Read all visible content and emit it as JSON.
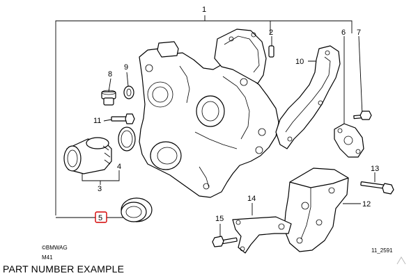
{
  "diagram": {
    "callouts": {
      "c1": "1",
      "c2": "2",
      "c3": "3",
      "c4": "4",
      "c5": "5",
      "c6": "6",
      "c7": "7",
      "c8": "8",
      "c9": "9",
      "c10": "10",
      "c11": "11",
      "c12": "12",
      "c13": "13",
      "c14": "14",
      "c15": "15"
    },
    "highlighted_callout": "5",
    "highlight_color": "#d40000",
    "copyright": "©BMWAG",
    "engine_code": "M41",
    "figure_id": "11_2591"
  },
  "caption": "PART NUMBER EXAMPLE"
}
